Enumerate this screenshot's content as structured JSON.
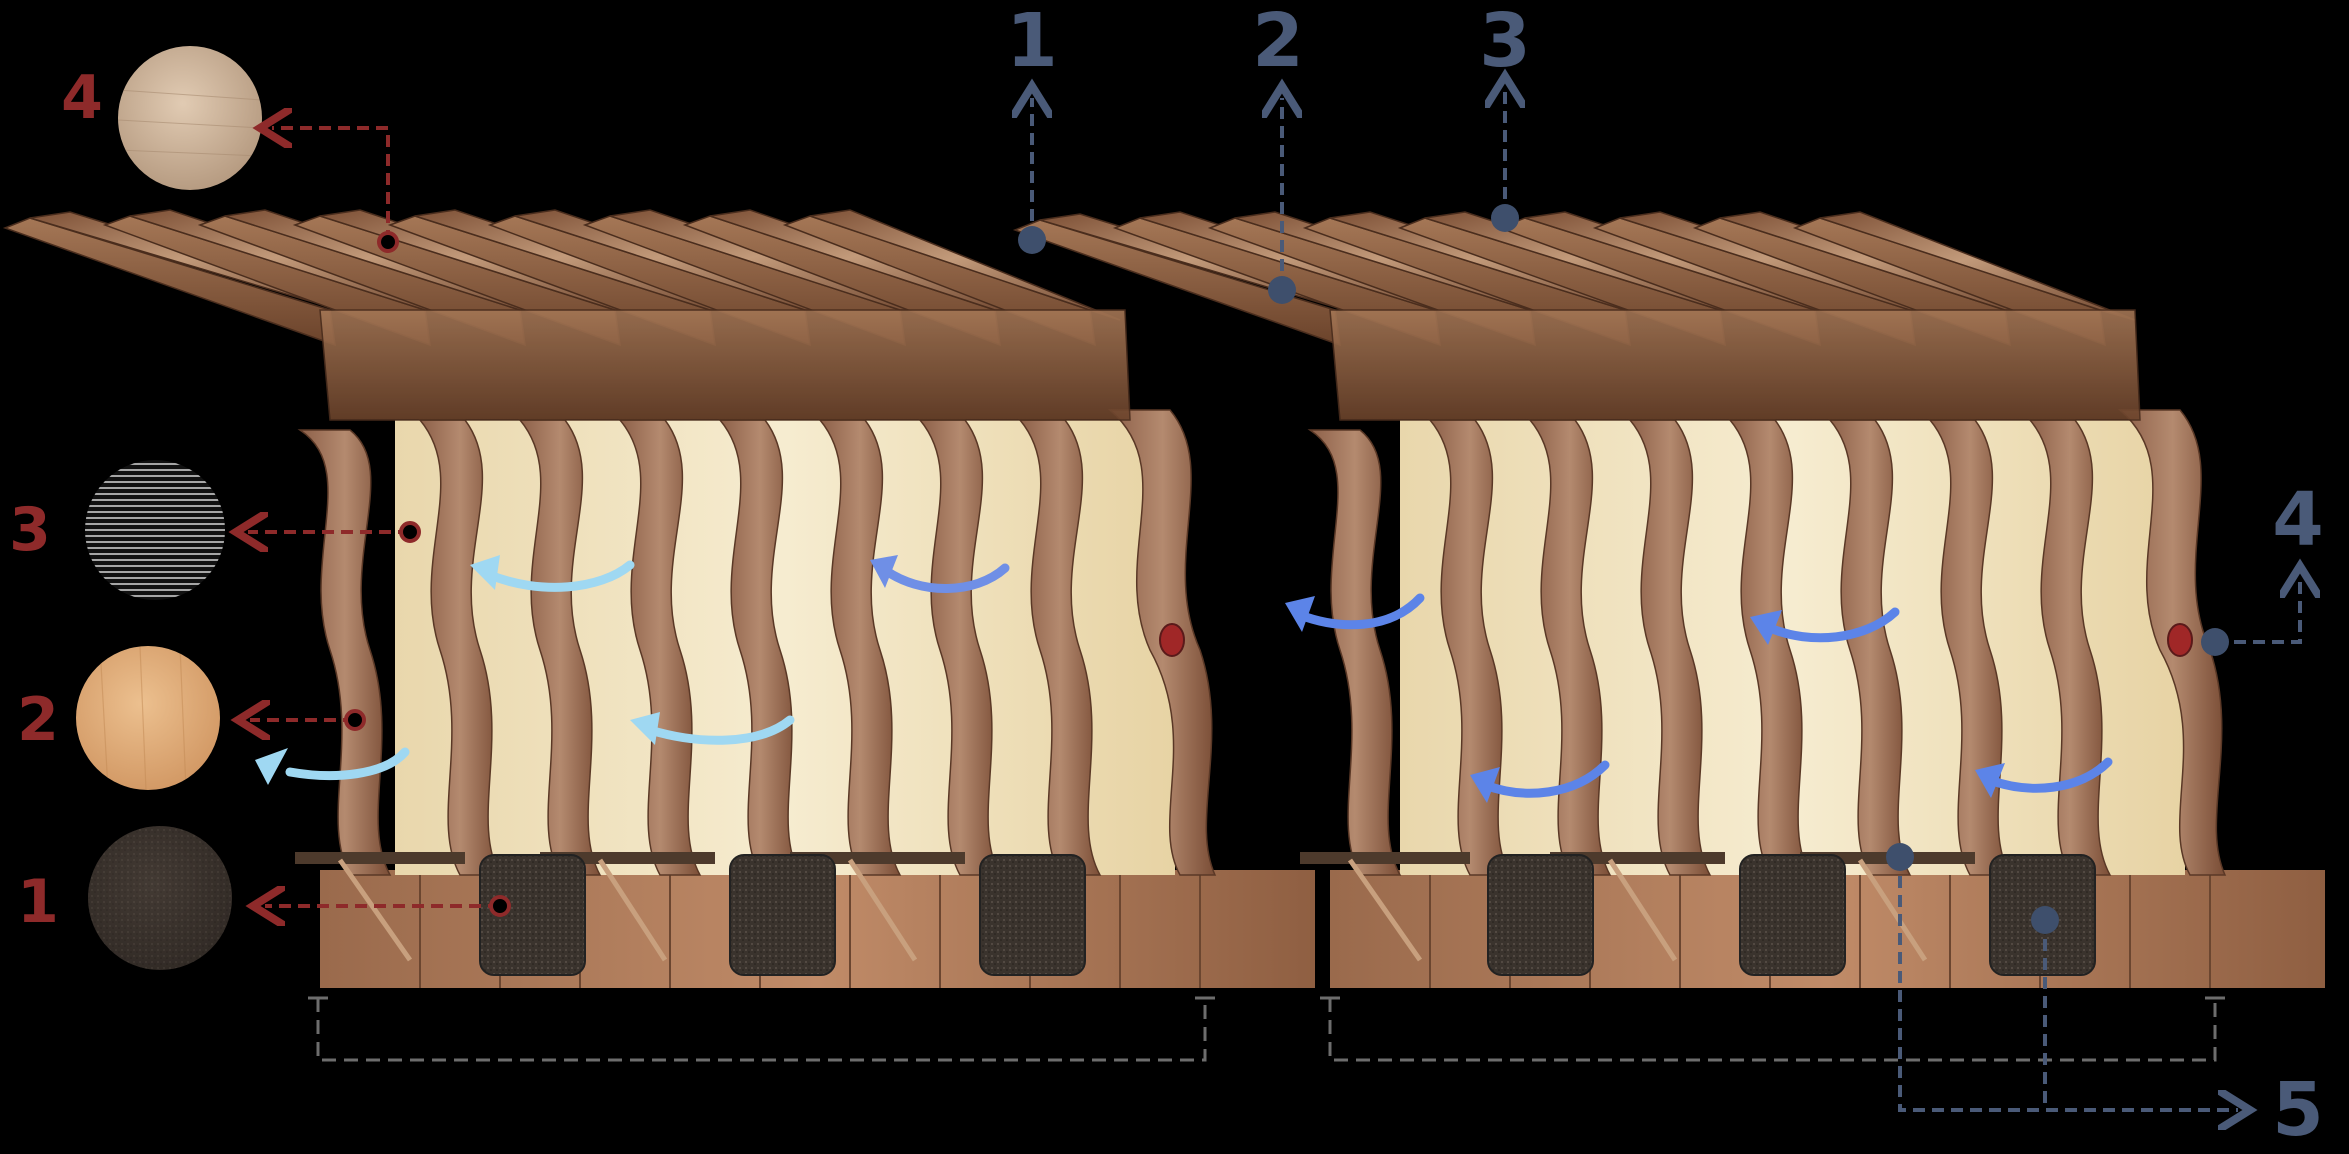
{
  "callouts": {
    "top": [
      {
        "label": "1",
        "color": "#4a5a78"
      },
      {
        "label": "2",
        "color": "#4a5a78"
      },
      {
        "label": "3",
        "color": "#4a5a78"
      }
    ],
    "left": [
      {
        "label": "4",
        "color": "#8e2a2a",
        "swatch": "light-wood-veneer"
      },
      {
        "label": "3",
        "color": "#8e2a2a",
        "swatch": "woven-mesh"
      },
      {
        "label": "2",
        "color": "#8e2a2a",
        "swatch": "pine-wood"
      },
      {
        "label": "1",
        "color": "#8e2a2a",
        "swatch": "dark-felt"
      }
    ],
    "right": [
      {
        "label": "4",
        "color": "#4a5a78"
      },
      {
        "label": "5",
        "color": "#4a5a78"
      }
    ]
  },
  "colors": {
    "wood_dark": "#7a4f36",
    "wood_mid": "#a87b5e",
    "wood_light": "#c9a184",
    "panel_cream": "#f2e6c4",
    "felt": "#3a3530",
    "airflow_light": "#9fd8f2",
    "airflow_blue": "#5c84e8",
    "red_marker": "#8e2a2a",
    "blue_marker": "#3e4f6c"
  }
}
